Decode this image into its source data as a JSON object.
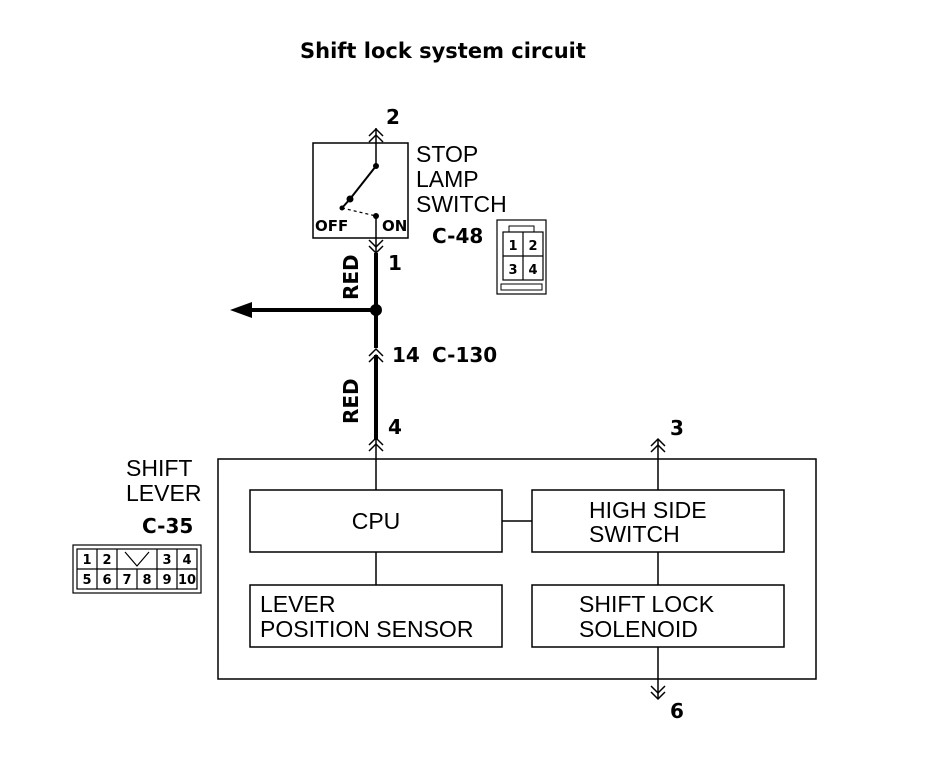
{
  "title": "Shift lock system circuit",
  "stop_lamp_switch": {
    "label_lines": [
      "STOP",
      "LAMP",
      "SWITCH"
    ],
    "connector": "C-48",
    "off_label": "OFF",
    "on_label": "ON",
    "connector_pins": [
      "1",
      "2",
      "3",
      "4"
    ]
  },
  "shift_lever": {
    "label_lines": [
      "SHIFT",
      "LEVER"
    ],
    "connector": "C-35",
    "connector_pins_top": [
      "1",
      "2",
      "3",
      "4"
    ],
    "connector_pins_bottom": [
      "5",
      "6",
      "7",
      "8",
      "9",
      "10"
    ]
  },
  "intermediate_connector": "C-130",
  "wires": {
    "upper_color": "RED",
    "lower_color": "RED"
  },
  "terminals": {
    "stop_switch_top": "2",
    "stop_switch_bottom": "1",
    "c130_pin": "14",
    "shift_lever_input": "4",
    "high_side_out": "3",
    "solenoid_out": "6"
  },
  "modules": {
    "cpu": [
      "CPU"
    ],
    "high_side_switch": [
      "HIGH SIDE",
      "SWITCH"
    ],
    "lever_position_sensor": [
      "LEVER",
      "POSITION SENSOR"
    ],
    "shift_lock_solenoid": [
      "SHIFT LOCK",
      "SOLENOID"
    ]
  }
}
